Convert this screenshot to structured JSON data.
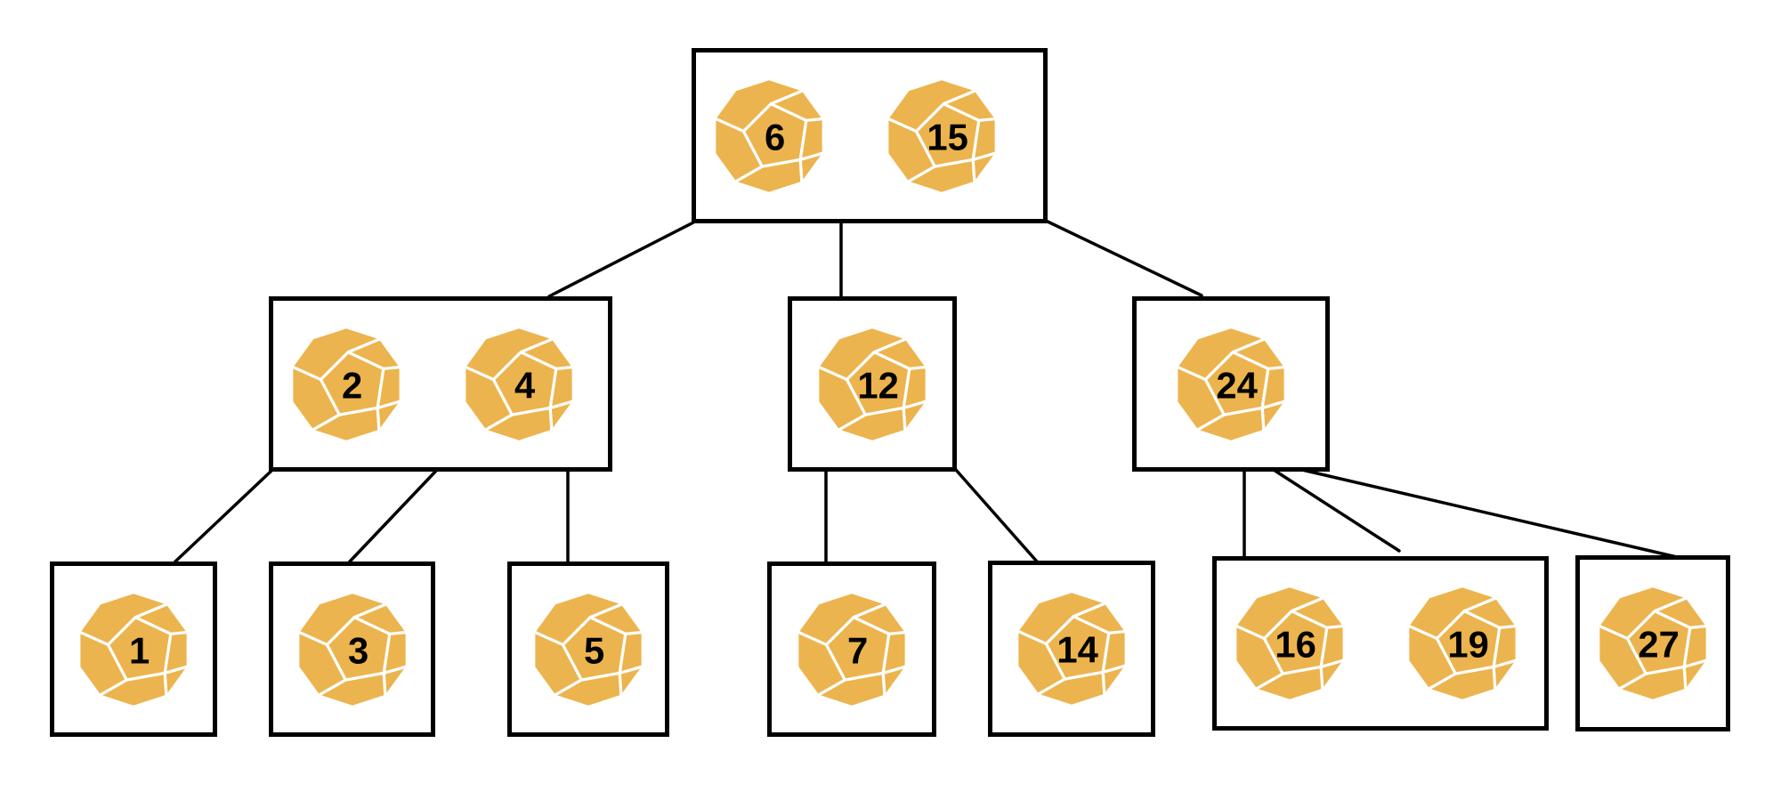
{
  "figure": {
    "description": "2-3 search tree whose keys are drawn as golden dodecahedral dice",
    "background": "#ffffff",
    "colors": {
      "die_fill": "#ECB44E",
      "die_edge": "#FFFFFF",
      "box_border": "#000000",
      "connector": "#000000",
      "value_text": "#000000"
    },
    "icon": "dodecahedron-die-icon",
    "nodes": [
      {
        "id": "root",
        "level": 0,
        "keys": [
          6,
          15
        ]
      },
      {
        "id": "left-child",
        "level": 1,
        "keys": [
          2,
          4
        ]
      },
      {
        "id": "middle-child",
        "level": 1,
        "keys": [
          12
        ]
      },
      {
        "id": "right-child",
        "level": 1,
        "keys": [
          24
        ]
      },
      {
        "id": "leaf-1",
        "level": 2,
        "keys": [
          1
        ]
      },
      {
        "id": "leaf-2",
        "level": 2,
        "keys": [
          3
        ]
      },
      {
        "id": "leaf-3",
        "level": 2,
        "keys": [
          5
        ]
      },
      {
        "id": "leaf-4",
        "level": 2,
        "keys": [
          7
        ]
      },
      {
        "id": "leaf-5",
        "level": 2,
        "keys": [
          14
        ]
      },
      {
        "id": "leaf-6",
        "level": 2,
        "keys": [
          16,
          19
        ]
      },
      {
        "id": "leaf-7",
        "level": 2,
        "keys": [
          27
        ]
      }
    ],
    "edges": [
      {
        "from": "root",
        "to": "left-child"
      },
      {
        "from": "root",
        "to": "middle-child"
      },
      {
        "from": "root",
        "to": "right-child"
      },
      {
        "from": "left-child",
        "to": "leaf-1"
      },
      {
        "from": "left-child",
        "to": "leaf-2"
      },
      {
        "from": "left-child",
        "to": "leaf-3"
      },
      {
        "from": "middle-child",
        "to": "leaf-4"
      },
      {
        "from": "middle-child",
        "to": "leaf-5"
      },
      {
        "from": "right-child",
        "to": "leaf-6"
      },
      {
        "from": "right-child",
        "to": "leaf-6"
      },
      {
        "from": "right-child",
        "to": "leaf-7"
      }
    ]
  }
}
